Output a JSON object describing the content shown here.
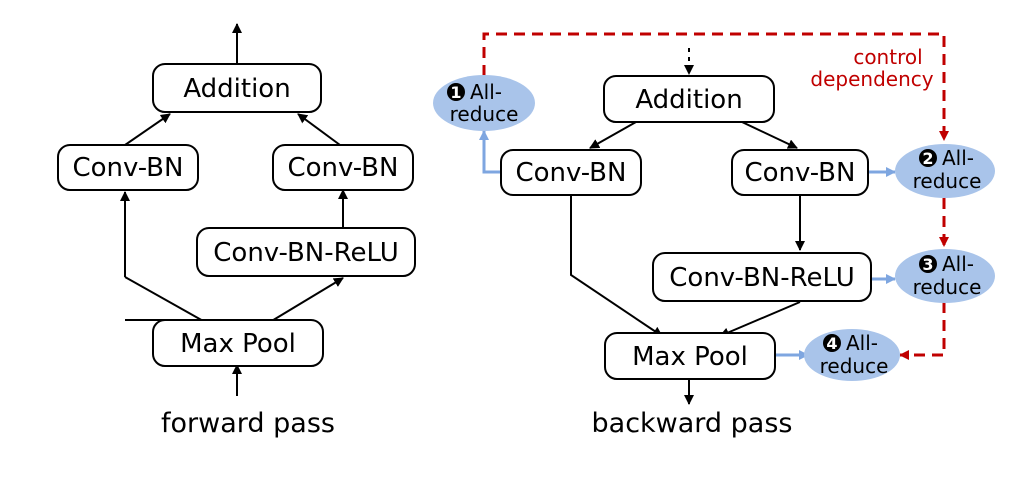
{
  "forward": {
    "caption": "forward pass",
    "nodes": {
      "addition": "Addition",
      "conv_bn_left": "Conv-BN",
      "conv_bn_right": "Conv-BN",
      "conv_bn_relu": "Conv-BN-ReLU",
      "max_pool": "Max Pool"
    }
  },
  "backward": {
    "caption": "backward pass",
    "nodes": {
      "addition": "Addition",
      "conv_bn_left": "Conv-BN",
      "conv_bn_right": "Conv-BN",
      "conv_bn_relu": "Conv-BN-ReLU",
      "max_pool": "Max Pool"
    },
    "allreduce": [
      {
        "num": "1",
        "line1": "All-",
        "line2": "reduce"
      },
      {
        "num": "2",
        "line1": "All-",
        "line2": "reduce"
      },
      {
        "num": "3",
        "line1": "All-",
        "line2": "reduce"
      },
      {
        "num": "4",
        "line1": "All-",
        "line2": "reduce"
      }
    ],
    "dependency_label": {
      "line1": "control",
      "line2": "dependency"
    }
  },
  "colors": {
    "allreduce_fill": "#a9c4ea",
    "allreduce_arrow": "#7ea6e0",
    "dependency": "#c00000",
    "ink": "#000000"
  }
}
